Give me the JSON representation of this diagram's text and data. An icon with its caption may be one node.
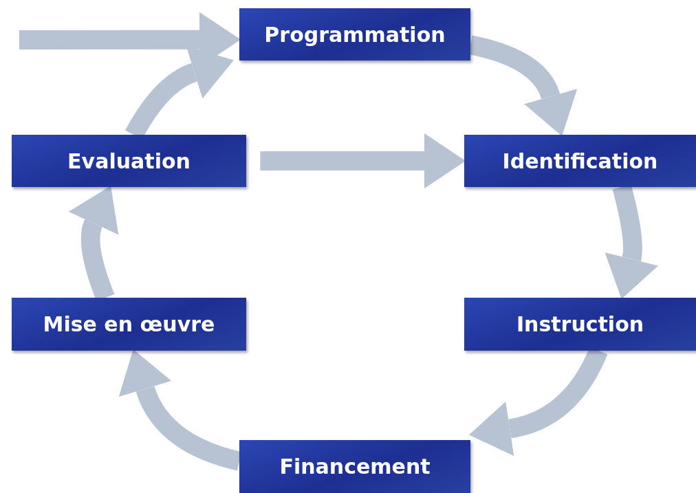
{
  "diagram": {
    "nodes": [
      {
        "text": [
          "Programmation"
        ]
      },
      {
        "text": [
          "Identification"
        ]
      },
      {
        "text": [
          "Instruction"
        ]
      },
      {
        "text": [
          "Financement"
        ]
      },
      {
        "text": [
          "Mise en œuvre"
        ]
      },
      {
        "text": [
          "Evaluation"
        ]
      }
    ],
    "edges": [
      {
        "from": null,
        "to": 0,
        "arrow": "to"
      },
      {
        "from": 0,
        "to": 1,
        "arrow": "to"
      },
      {
        "from": 1,
        "to": 2,
        "arrow": "to"
      },
      {
        "from": 2,
        "to": 3,
        "arrow": "to"
      },
      {
        "from": 3,
        "to": 4,
        "arrow": "to"
      },
      {
        "from": 4,
        "to": 5,
        "arrow": "to"
      },
      {
        "from": 5,
        "to": 0,
        "arrow": "to"
      },
      {
        "from": 5,
        "to": 1,
        "arrow": "to"
      }
    ]
  }
}
